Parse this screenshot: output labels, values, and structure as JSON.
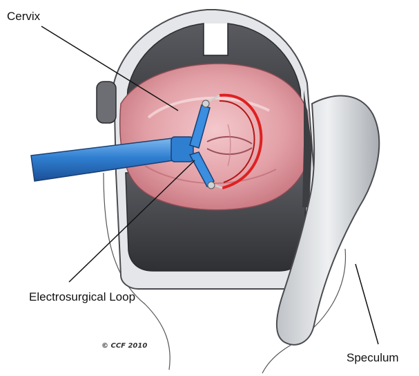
{
  "labels": {
    "cervix": "Cervix",
    "loop": "Electrosurgical Loop",
    "speculum": "Speculum",
    "copyright": "© CCF 2010"
  },
  "colors": {
    "speculum_dark": "#3d3e42",
    "speculum_light": "#d4d6d9",
    "tissue": "#e2a0a6",
    "tissue_dark": "#c7747e",
    "instrument": "#2f7fd1",
    "loop_wire": "#e02020"
  }
}
